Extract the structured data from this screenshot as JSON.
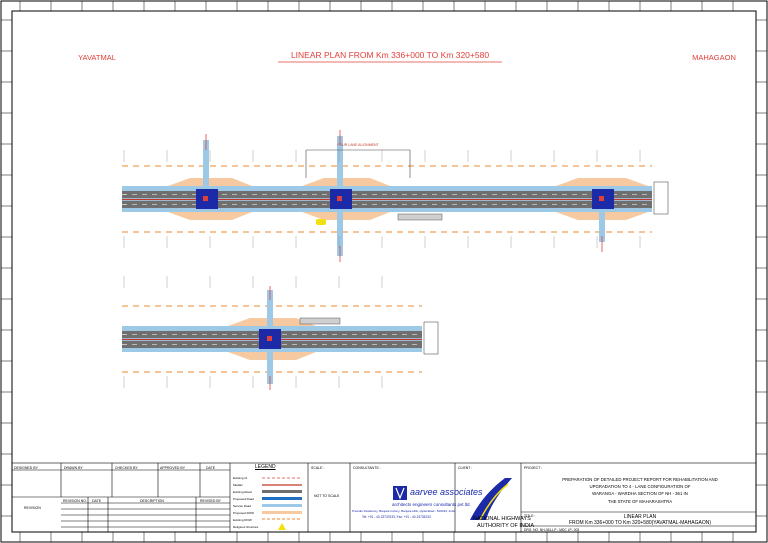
{
  "header": {
    "left_town": "YAVATMAL",
    "title": "LINEAR PLAN FROM Km 336+000 TO Km 320+580",
    "right_town": "MAHAGAON"
  },
  "colors": {
    "accent_red": "#e0403a",
    "road_gray": "#6f6f6f",
    "shoulder_blue": "#9ec9e6",
    "junction_orange": "#f6c9a0",
    "structure_blue": "#1c2aa8",
    "median_red": "#c0392b",
    "buffer_orange": "#e88a2e"
  },
  "plan": {
    "annotation_top": "FOUR LANE ALIGNMENT"
  },
  "title_block": {
    "designed_by": "DESIGNED BY",
    "drawn_by": "DRAWN BY",
    "checked_by": "CHECKED BY",
    "approved_by": "APPROVED BY",
    "date": "DATE",
    "legend_title": "LEGEND",
    "legend_items": [
      "Existing Cl",
      "Median",
      "Existing Road",
      "Proposed Road",
      "Service Road",
      "Proposed ROW",
      "Existing ROW",
      "Religious Structure"
    ],
    "scale_label": "SCALE :",
    "scale_value": "NOT TO SCALE",
    "consultants_label": "CONSULTANTS :",
    "consultant_name": "aarvee associates",
    "consultant_sub": "architects engineers consultants pvt.ltd.",
    "consultant_addr": "Presidio Residency, Banjara Colony, Banjara Hills, Hyderabad - 500034, India",
    "consultant_tel": "Tel: +91 - 40-23737633, Fax: +91 - 40-23735233",
    "client_label": "CLIENT :",
    "client_name_1": "NATIONAL HIGHWAYS",
    "client_name_2": "AUTHORITY OF INDIA",
    "project_label": "PROJECT :",
    "project_line1": "PREPARATION OF DETAILED PROJECT REPORT FOR REHABILITATION AND",
    "project_line2": "UPGRADATION TO 4 - LANE CONFIGURATION OF",
    "project_line3": "WARANGA - WARDHA SECTION OF NH - 361 IN",
    "project_line4": "THE STATE OF MAHARASHTRA",
    "title_label": "TITLE :",
    "title_line1": "LINEAR PLAN",
    "title_line2": "FROM Km 336+000 TO Km 320+580(YAVATMAL-MAHAGAON)",
    "drg_no": "DRG. NO. NH-361-LP - MDC LP- 003",
    "revision_label": "REVISION",
    "revision_no": "REVISION NO.",
    "rev_date": "DATE",
    "description": "DESCRIPTION",
    "revised_by": "REVISED BY"
  }
}
